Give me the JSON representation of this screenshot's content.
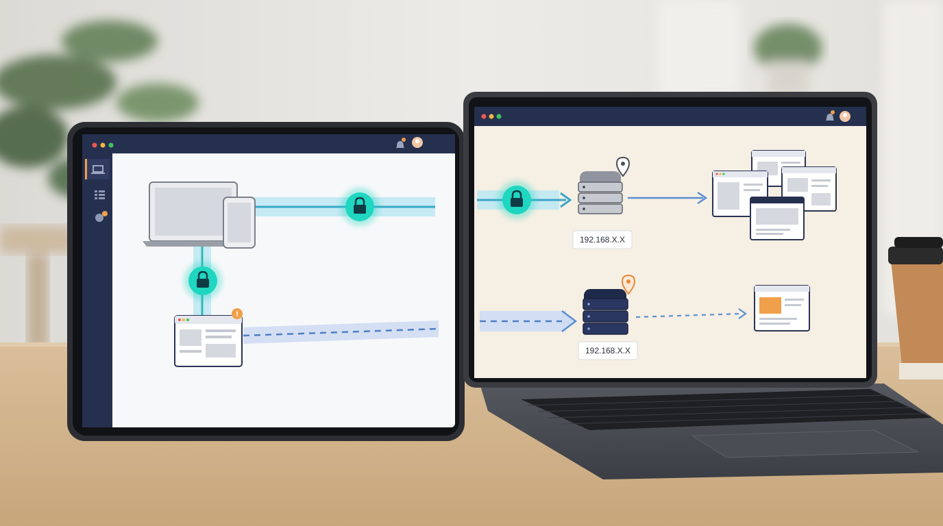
{
  "scene": {
    "description_free": true
  },
  "tablet": {
    "window_controls": [
      "close",
      "minimize",
      "maximize"
    ],
    "sidebar_icons": [
      "laptop-icon",
      "list-icon",
      "chart-icon"
    ],
    "header_icons": [
      "bell-icon",
      "avatar"
    ],
    "diagram": {
      "source_devices": [
        "laptop-icon",
        "phone-icon"
      ],
      "secure_tunnels": 2,
      "warning_badge": "!"
    }
  },
  "laptop": {
    "window_controls": [
      "close",
      "minimize",
      "maximize"
    ],
    "header_icons": [
      "bell-icon",
      "avatar"
    ],
    "diagram": {
      "server_top_ip": "192.168.X.X",
      "server_bottom_ip": "192.168.X.X"
    }
  },
  "colors": {
    "tunnel_teal": "#1fd6c0",
    "flow_blue": "#5b8fd3",
    "navy": "#1e2a4a",
    "warning_orange": "#f0a04b",
    "laptop_screen_bg": "#f6efe4"
  }
}
